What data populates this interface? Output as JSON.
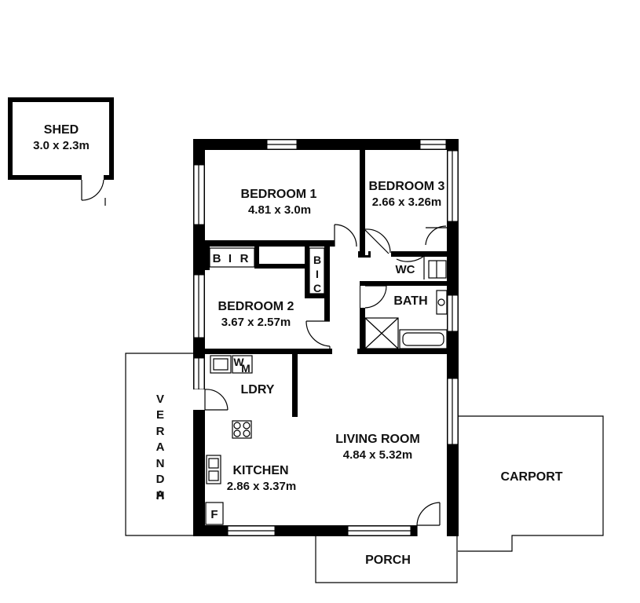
{
  "rooms": {
    "shed": {
      "name": "SHED",
      "dims": "3.0 x 2.3m"
    },
    "bedroom1": {
      "name": "BEDROOM 1",
      "dims": "4.81 x 3.0m"
    },
    "bedroom3": {
      "name": "BEDROOM 3",
      "dims": "2.66 x 3.26m"
    },
    "bedroom2": {
      "name": "BEDROOM 2",
      "dims": "3.67 x 2.57m"
    },
    "living": {
      "name": "LIVING ROOM",
      "dims": "4.84 x 5.32m"
    },
    "kitchen": {
      "name": "KITCHEN",
      "dims": "2.86 x 3.37m"
    },
    "laundry": {
      "name": "LDRY"
    },
    "wc": {
      "name": "WC"
    },
    "bath": {
      "name": "BATH"
    },
    "carport": {
      "name": "CARPORT"
    },
    "porch": {
      "name": "PORCH"
    }
  },
  "verandah_letters": [
    "V",
    "E",
    "R",
    "A",
    "N",
    "D",
    "A",
    "H"
  ],
  "fixtures": {
    "bir": [
      "B",
      "I",
      "R"
    ],
    "bic": [
      "B",
      "I",
      "C"
    ],
    "washing_machine": [
      "W",
      "M"
    ],
    "fridge": "F"
  }
}
